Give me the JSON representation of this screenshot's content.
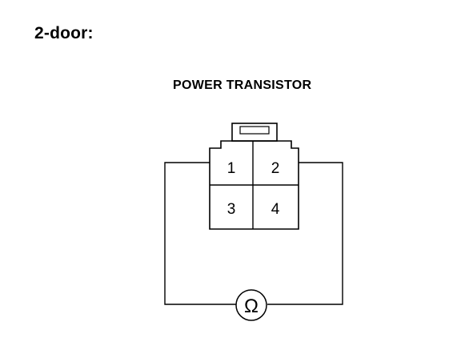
{
  "heading": "2-door:",
  "component_label": "POWER TRANSISTOR",
  "connector": {
    "terminals": [
      "1",
      "2",
      "3",
      "4"
    ]
  },
  "meter": {
    "symbol": "Ω",
    "icon": "ohmmeter-icon"
  },
  "colors": {
    "line": "#000000",
    "background": "#ffffff"
  }
}
